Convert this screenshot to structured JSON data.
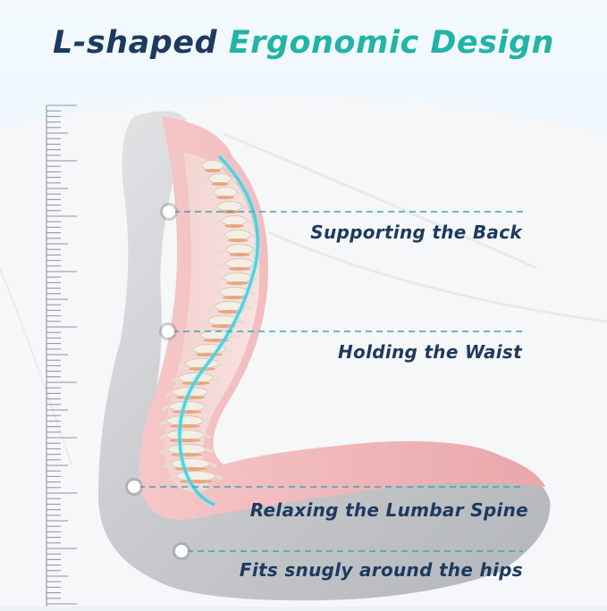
{
  "title": {
    "part1": "L-shaped",
    "part2": "Ergonomic Design"
  },
  "callouts": [
    "Supporting the Back",
    "Holding the Waist",
    "Relaxing the Lumbar Spine",
    "Fits snugly around the hips"
  ],
  "colors": {
    "title_dark": "#1d3a5f",
    "title_accent": "#22b4a6",
    "cushion_shell": "#c9cbce",
    "cushion_pink": "#f0b7b8",
    "spine_curve": "#2ec6d6",
    "leader_line": "#3aa7b0",
    "sky": "#d8ecf8"
  }
}
